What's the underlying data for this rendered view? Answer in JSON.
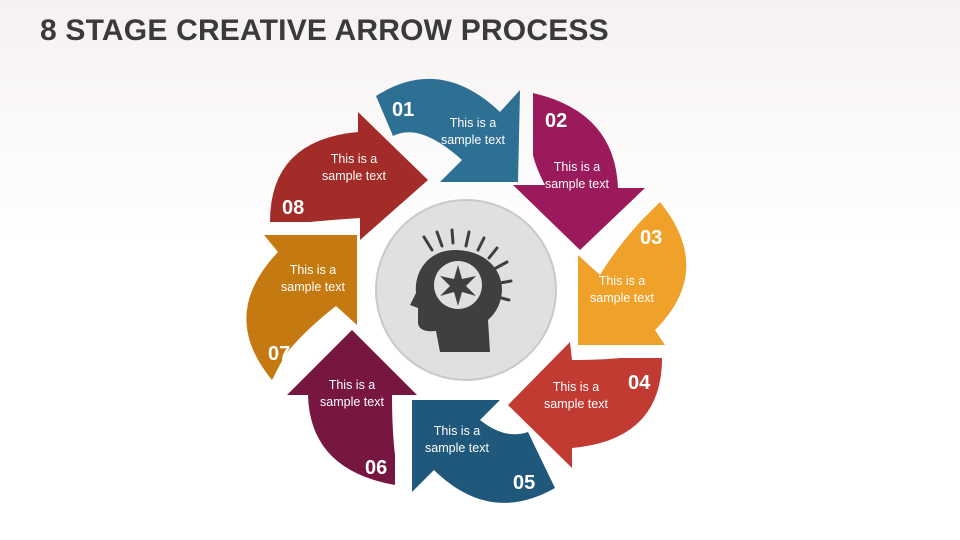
{
  "title": "8 STAGE CREATIVE ARROW PROCESS",
  "stages": [
    {
      "number": "01",
      "line1": "This is a",
      "line2": "sample text",
      "color": "#2e6f94"
    },
    {
      "number": "02",
      "line1": "This is a",
      "line2": "sample text",
      "color": "#9a1a5b"
    },
    {
      "number": "03",
      "line1": "This is a",
      "line2": "sample text",
      "color": "#f0a12a"
    },
    {
      "number": "04",
      "line1": "This is a",
      "line2": "sample text",
      "color": "#c23b33"
    },
    {
      "number": "05",
      "line1": "This is a",
      "line2": "sample text",
      "color": "#1f587a"
    },
    {
      "number": "06",
      "line1": "This is a",
      "line2": "sample text",
      "color": "#771741"
    },
    {
      "number": "07",
      "line1": "This is a",
      "line2": "sample text",
      "color": "#c47a10"
    },
    {
      "number": "08",
      "line1": "This is a",
      "line2": "sample text",
      "color": "#a32b28"
    }
  ],
  "center_icon": "head-with-idea-burst-icon"
}
